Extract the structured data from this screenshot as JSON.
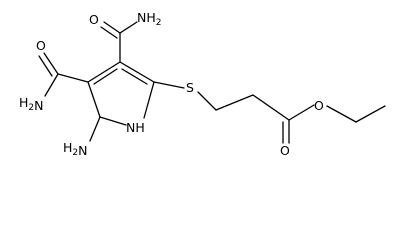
{
  "molecule": {
    "atoms": {
      "amide1_o": "O",
      "amide1_n": "NH2",
      "amide2_o": "O",
      "amide2_n": "H2N",
      "amine_n": "H2N",
      "ring_n": "NH",
      "thio_s": "S",
      "ester_carbonyl_o": "O",
      "ester_o": "O"
    }
  },
  "colors": {
    "ink": "#000000",
    "background": "#ffffff"
  }
}
